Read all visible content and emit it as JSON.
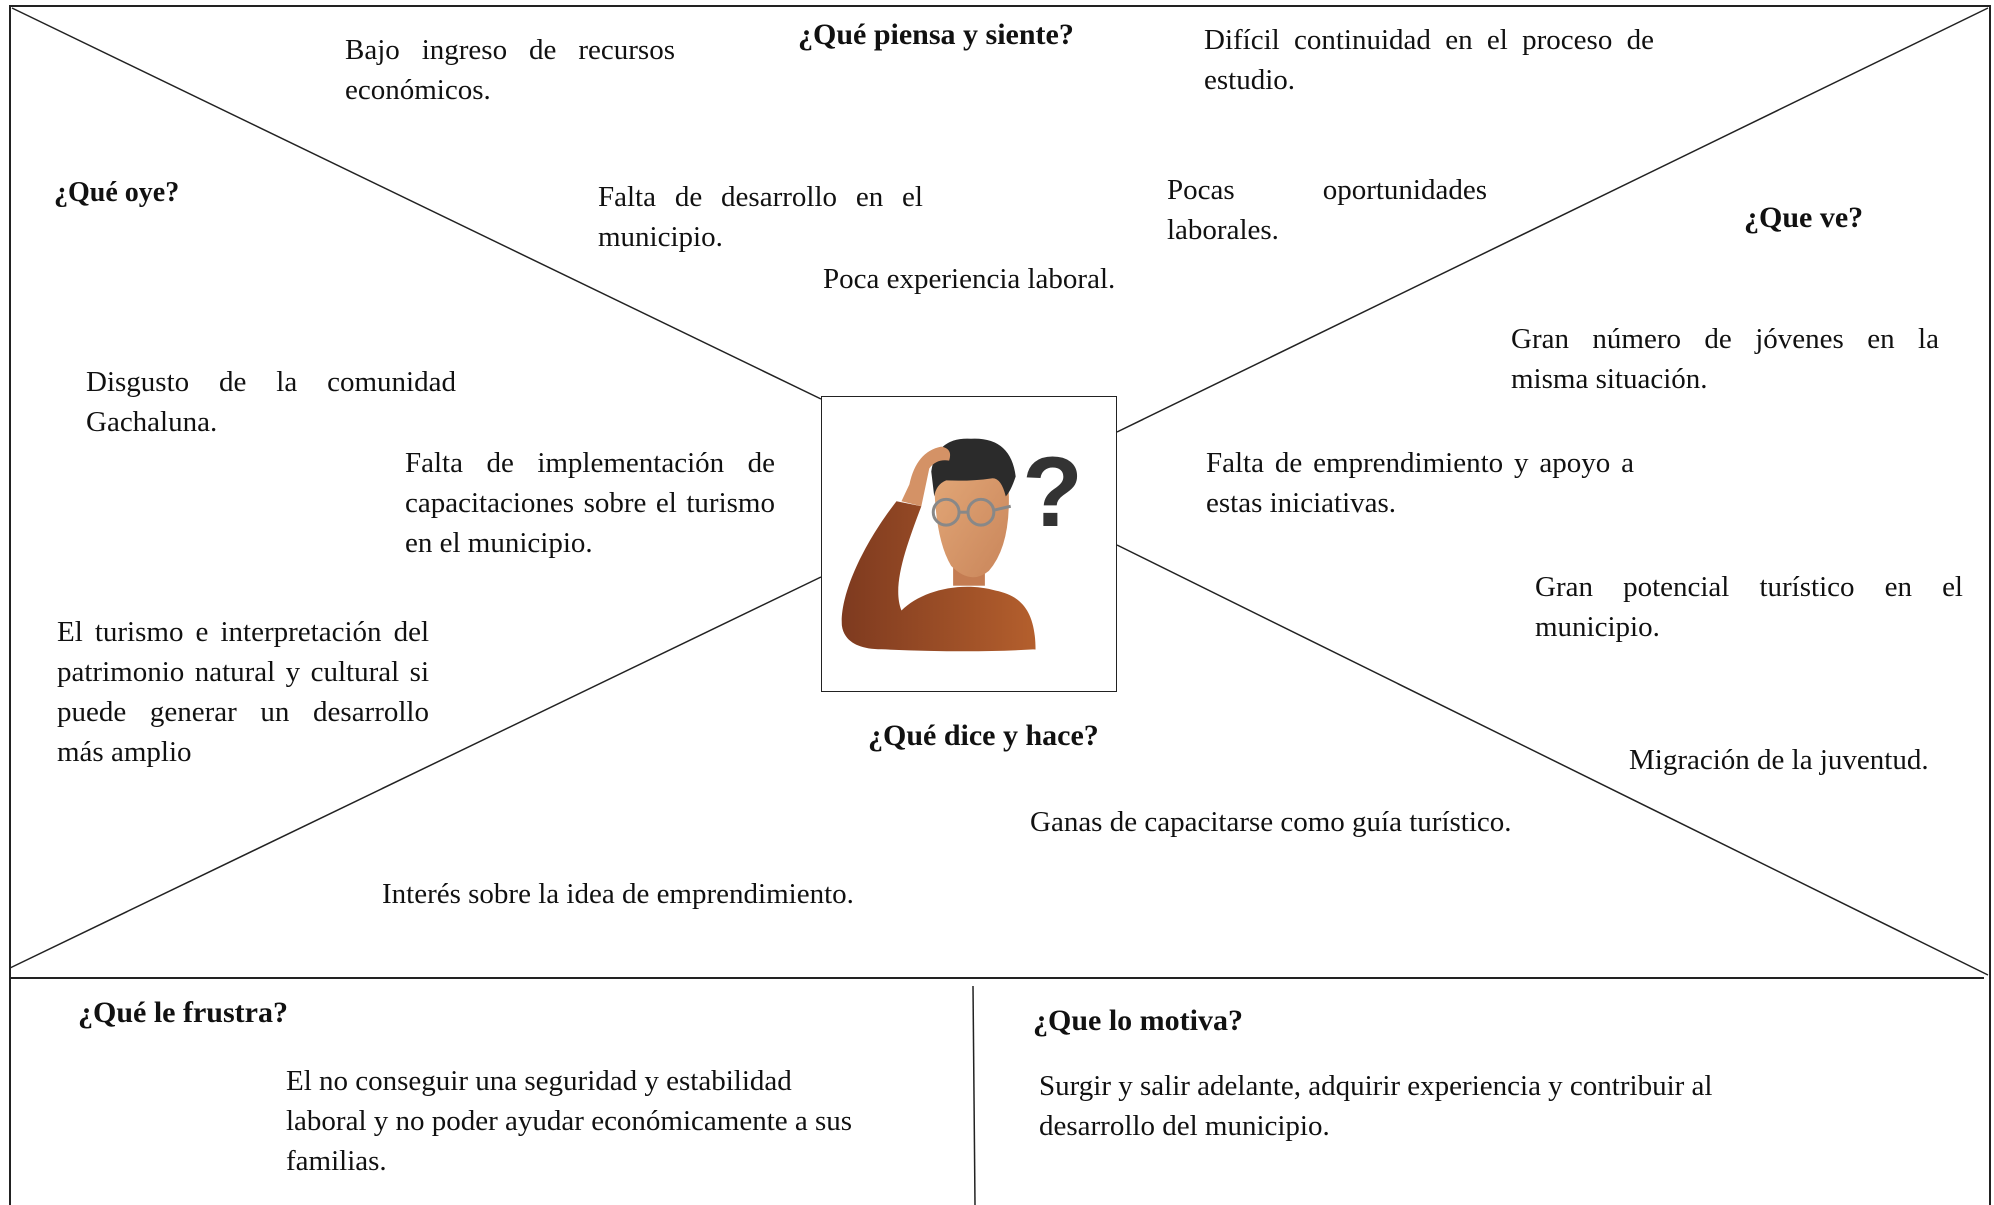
{
  "headings": {
    "thinks_feels": "¿Qué piensa y siente?",
    "hears": "¿Qué oye?",
    "sees": "¿Que ve?",
    "says_does": "¿Qué dice y hace?",
    "frustrates": "¿Qué le frustra?",
    "motivates": "¿Que lo motiva?"
  },
  "thinks_feels": [
    "Bajo ingreso de recursos económicos.",
    "Difícil continuidad en el proceso de estudio.",
    "Falta de desarrollo en el municipio.",
    "Pocas oportunidades laborales.",
    "Poca experiencia laboral."
  ],
  "hears": [
    "Disgusto de la comunidad Gachaluna.",
    "Falta de implementación de capacitaciones sobre el turismo en el municipio.",
    "El turismo e interpretación del patrimonio natural y cultural si puede generar un desarrollo más amplio"
  ],
  "sees": [
    "Gran número de jóvenes en la misma situación.",
    "Falta de emprendimiento y apoyo a estas iniciativas.",
    "Gran potencial turístico en el municipio.",
    "Migración de la juventud."
  ],
  "says_does": [
    "Ganas de capacitarse como guía turístico.",
    "Interés sobre la idea de emprendimiento."
  ],
  "frustrates": "El no conseguir una seguridad y estabilidad laboral y no poder ayudar económicamente a sus familias.",
  "motivates": "Surgir y salir adelante, adquirir experiencia y contribuir al desarrollo del municipio.",
  "colors": {
    "line": "#222222",
    "shirt": "#a9552a",
    "skin": "#d89a6a",
    "hair": "#2b2b2b",
    "question_mark": "#333333"
  }
}
